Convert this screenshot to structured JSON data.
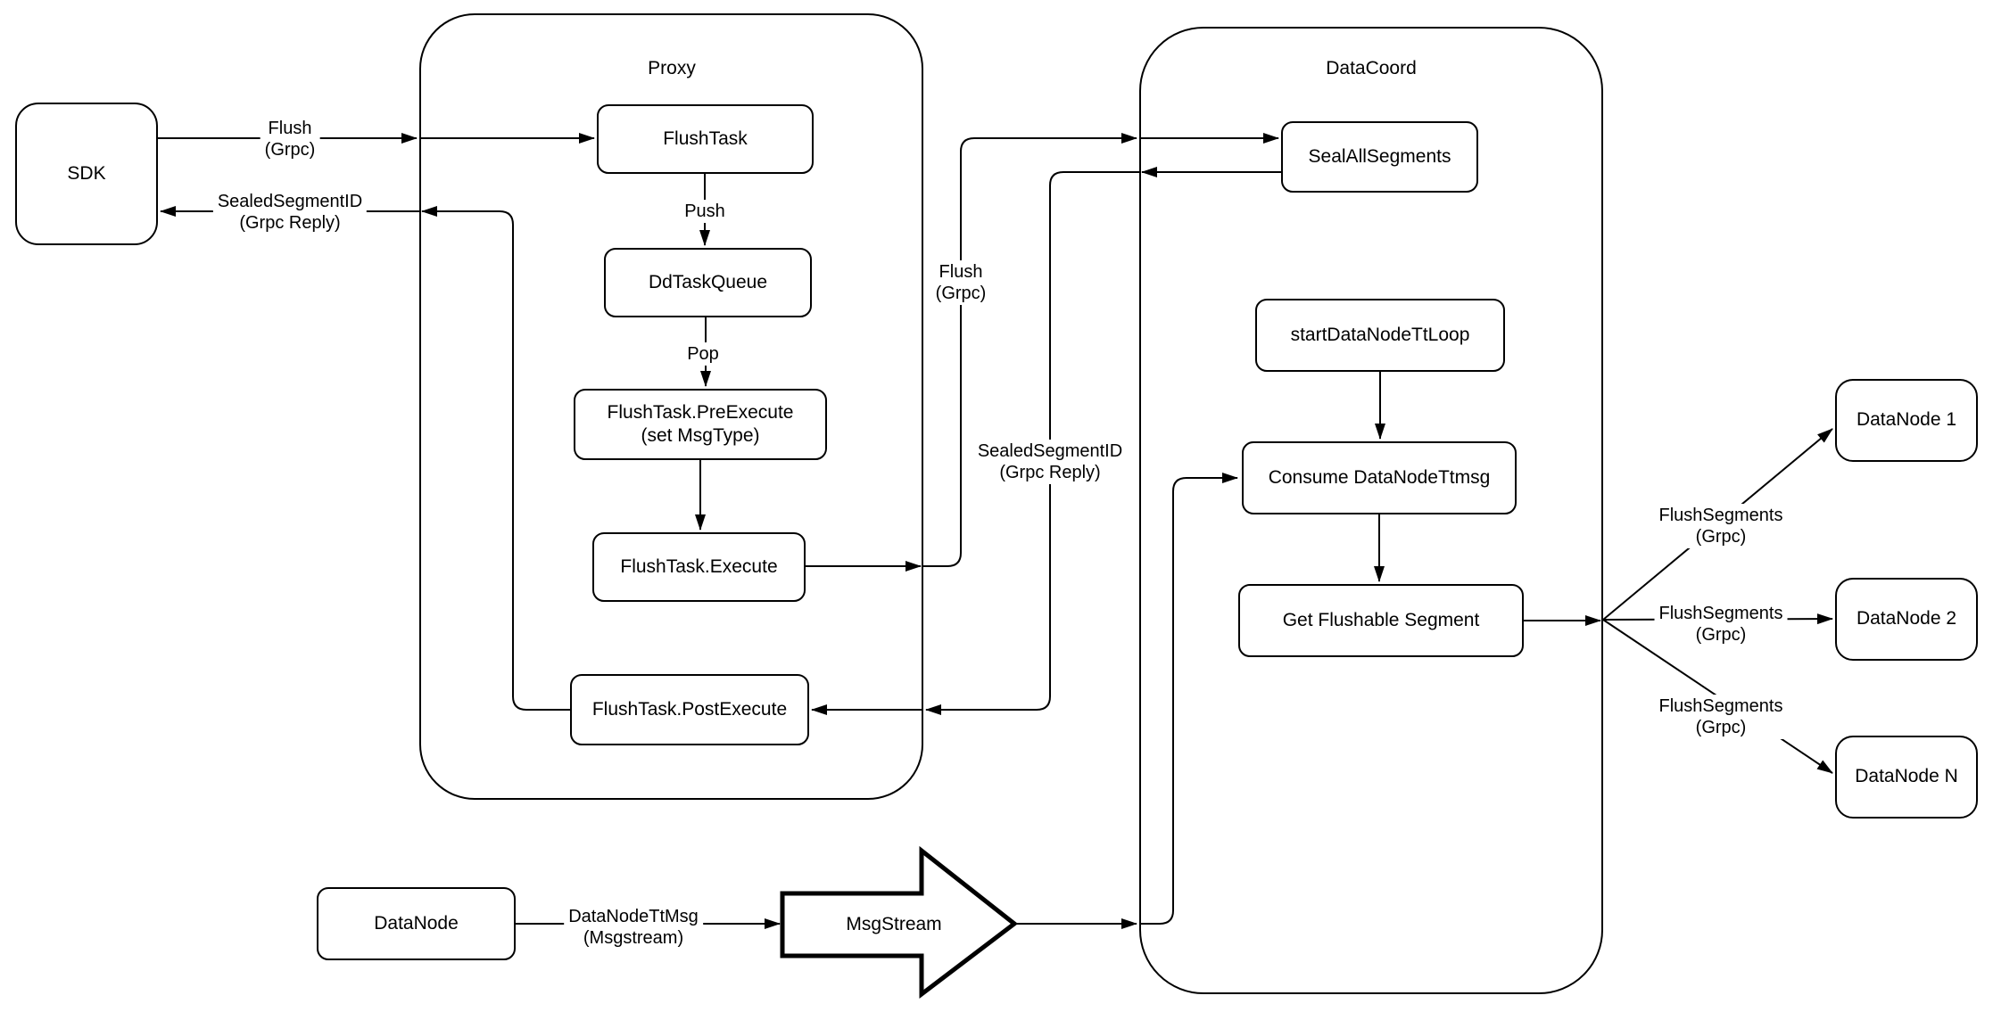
{
  "diagram": {
    "colors": {
      "stroke": "#000000",
      "fill": "#ffffff"
    },
    "containers": {
      "proxy": {
        "title": "Proxy"
      },
      "datacoord": {
        "title": "DataCoord"
      }
    },
    "nodes": {
      "sdk": {
        "label": "SDK"
      },
      "flush_task": {
        "label": "FlushTask"
      },
      "dd_task_queue": {
        "label": "DdTaskQueue"
      },
      "flush_task_pre_execute": {
        "label": "FlushTask.PreExecute\n(set MsgType)"
      },
      "flush_task_execute": {
        "label": "FlushTask.Execute"
      },
      "flush_task_post_execute": {
        "label": "FlushTask.PostExecute"
      },
      "seal_all_segments": {
        "label": "SealAllSegments"
      },
      "start_datanode_tt_loop": {
        "label": "startDataNodeTtLoop"
      },
      "consume_datanode_ttmsg": {
        "label": "Consume DataNodeTtmsg"
      },
      "get_flushable_segment": {
        "label": "Get Flushable Segment"
      },
      "datanode_1": {
        "label": "DataNode 1"
      },
      "datanode_2": {
        "label": "DataNode 2"
      },
      "datanode_n": {
        "label": "DataNode N"
      },
      "datanode": {
        "label": "DataNode"
      },
      "msgstream": {
        "label": "MsgStream"
      }
    },
    "edge_labels": {
      "flush_grpc_sdk": "Flush\n(Grpc)",
      "sealed_segment_id_sdk": "SealedSegmentID\n(Grpc Reply)",
      "push": "Push",
      "pop": "Pop",
      "flush_grpc_datacoord": "Flush\n(Grpc)",
      "sealed_segment_id_datacoord": "SealedSegmentID\n(Grpc Reply)",
      "flush_segments_1": "FlushSegments\n(Grpc)",
      "flush_segments_2": "FlushSegments\n(Grpc)",
      "flush_segments_3": "FlushSegments\n(Grpc)",
      "datanode_tt_msg": "DataNodeTtMsg\n(Msgstream)"
    }
  }
}
